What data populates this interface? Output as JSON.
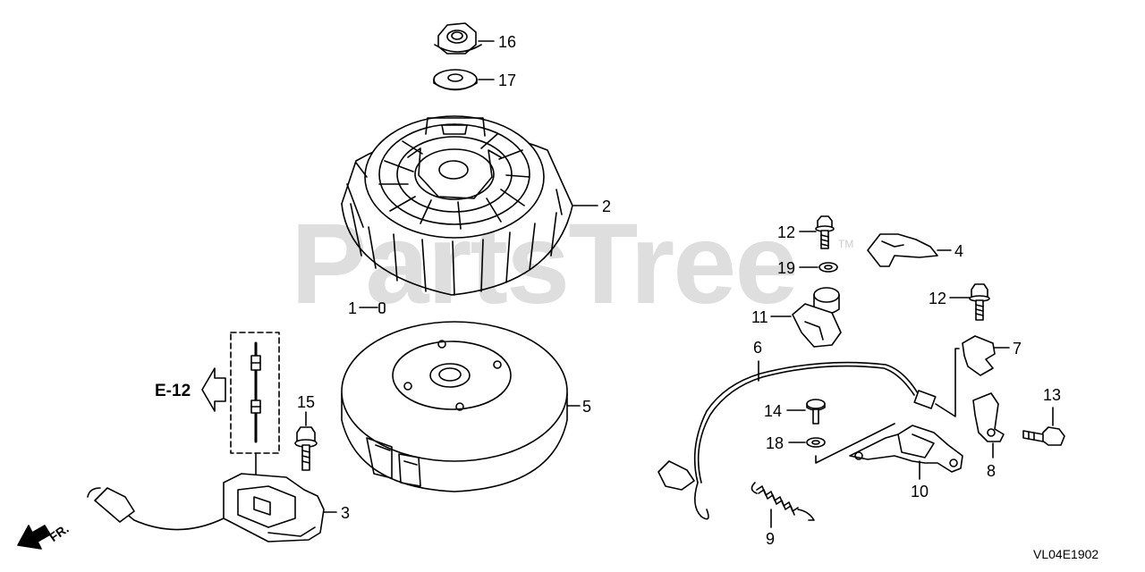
{
  "watermark": {
    "text": "PartsTree",
    "tm": "TM"
  },
  "reference": {
    "text": "E-12"
  },
  "direction": {
    "text": "FR."
  },
  "diagram_code": "VL04E1902",
  "callouts": {
    "p1": "1",
    "p2": "2",
    "p3": "3",
    "p4": "4",
    "p5": "5",
    "p6": "6",
    "p7": "7",
    "p8": "8",
    "p9": "9",
    "p10": "10",
    "p11": "11",
    "p12a": "12",
    "p12b": "12",
    "p13": "13",
    "p14": "14",
    "p15": "15",
    "p16": "16",
    "p17": "17",
    "p18": "18",
    "p19": "19"
  }
}
